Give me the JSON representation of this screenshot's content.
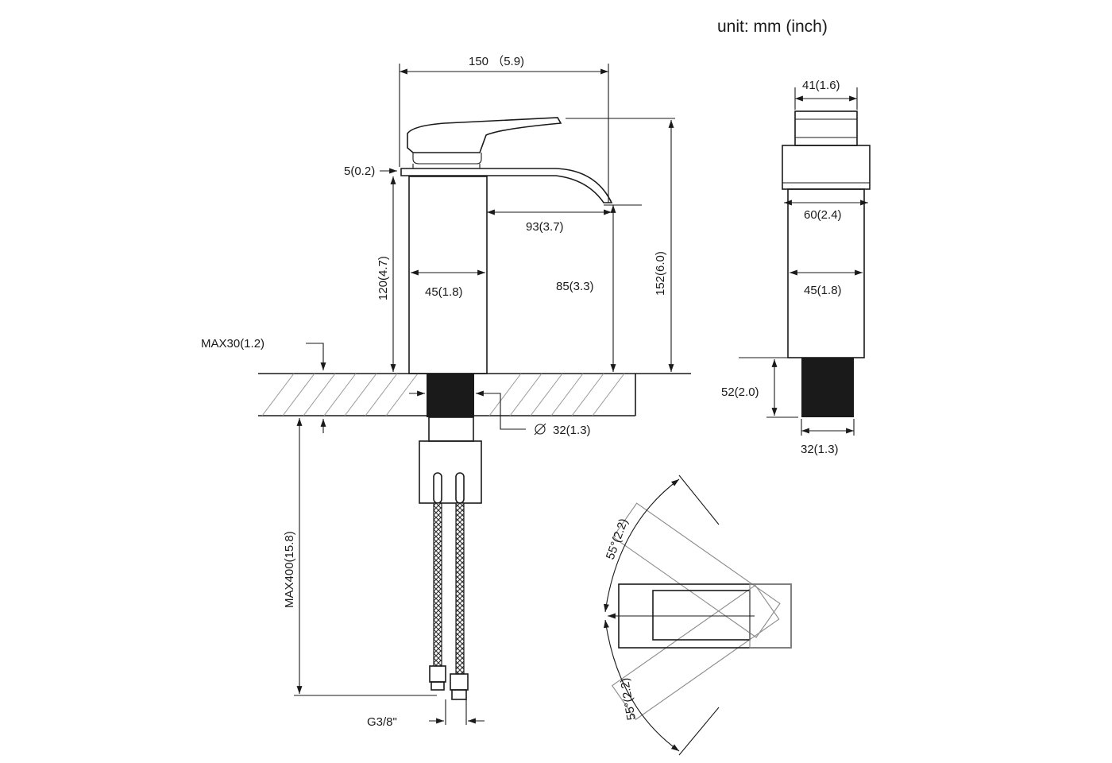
{
  "unit": "unit: mm (inch)",
  "dims": {
    "width_total": "150 （5.9)",
    "deck_gap": "5(0.2)",
    "spout_reach": "93(3.7)",
    "body_height": "120(4.7)",
    "body_width": "45(1.8)",
    "spout_height": "85(3.3)",
    "total_height": "152(6.0)",
    "max_deck": "MAX30(1.2)",
    "shank_dia": "32(1.3)",
    "hose_length": "MAX400(15.8)",
    "thread": "G3/8\""
  },
  "side_view": {
    "handle_width": "41(1.6)",
    "cap_width": "60(2.4)",
    "body_width": "45(1.8)",
    "shank_height": "52(2.0)",
    "shank_width": "32(1.3)"
  },
  "top_view": {
    "angle_top": "55°(2.2)",
    "angle_bottom": "55°(2.2)"
  }
}
